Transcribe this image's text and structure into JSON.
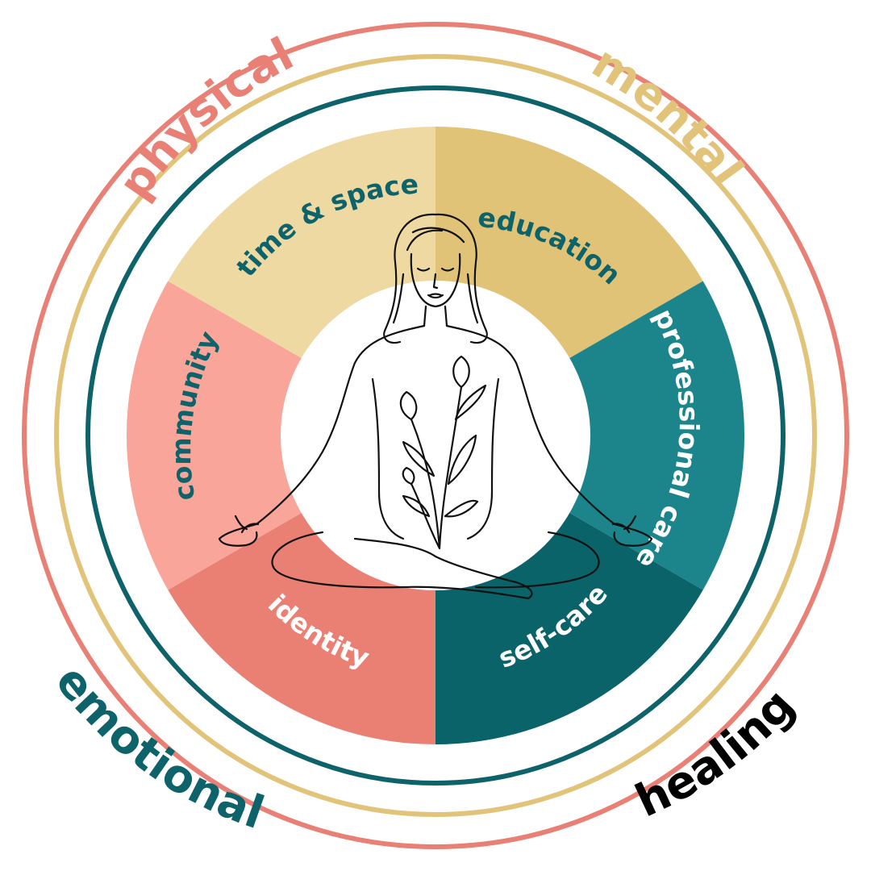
{
  "outer_words": [
    {
      "id": "physical",
      "text": "physical",
      "color": "#E98075"
    },
    {
      "id": "mental",
      "text": "mental",
      "color": "#E2C37A"
    },
    {
      "id": "emotional",
      "text": "emotional",
      "color": "#0D6369"
    },
    {
      "id": "healing",
      "text": "healing",
      "color": "#000000"
    }
  ],
  "rings": [
    {
      "id": "outer-ring",
      "color": "#E98075"
    },
    {
      "id": "middle-ring",
      "color": "#E2C37A"
    },
    {
      "id": "inner-ring",
      "color": "#0D6369"
    }
  ],
  "segments": [
    {
      "id": "education",
      "label": "education",
      "fill": "#E0C377",
      "text_color": "#0D6369"
    },
    {
      "id": "professional-care",
      "label": "professional care",
      "fill": "#1C858B",
      "text_color": "#FFFFFF"
    },
    {
      "id": "self-care",
      "label": "self-care",
      "fill": "#0A6369",
      "text_color": "#FFFFFF"
    },
    {
      "id": "identity",
      "label": "identity",
      "fill": "#EA7F73",
      "text_color": "#FFFFFF"
    },
    {
      "id": "community",
      "label": "community",
      "fill": "#F9A59A",
      "text_color": "#0D6369"
    },
    {
      "id": "time-space",
      "label": "time & space",
      "fill": "#EFD9A3",
      "text_color": "#0D6369"
    }
  ],
  "center_illustration": "meditating-woman-with-flowers-illustration"
}
